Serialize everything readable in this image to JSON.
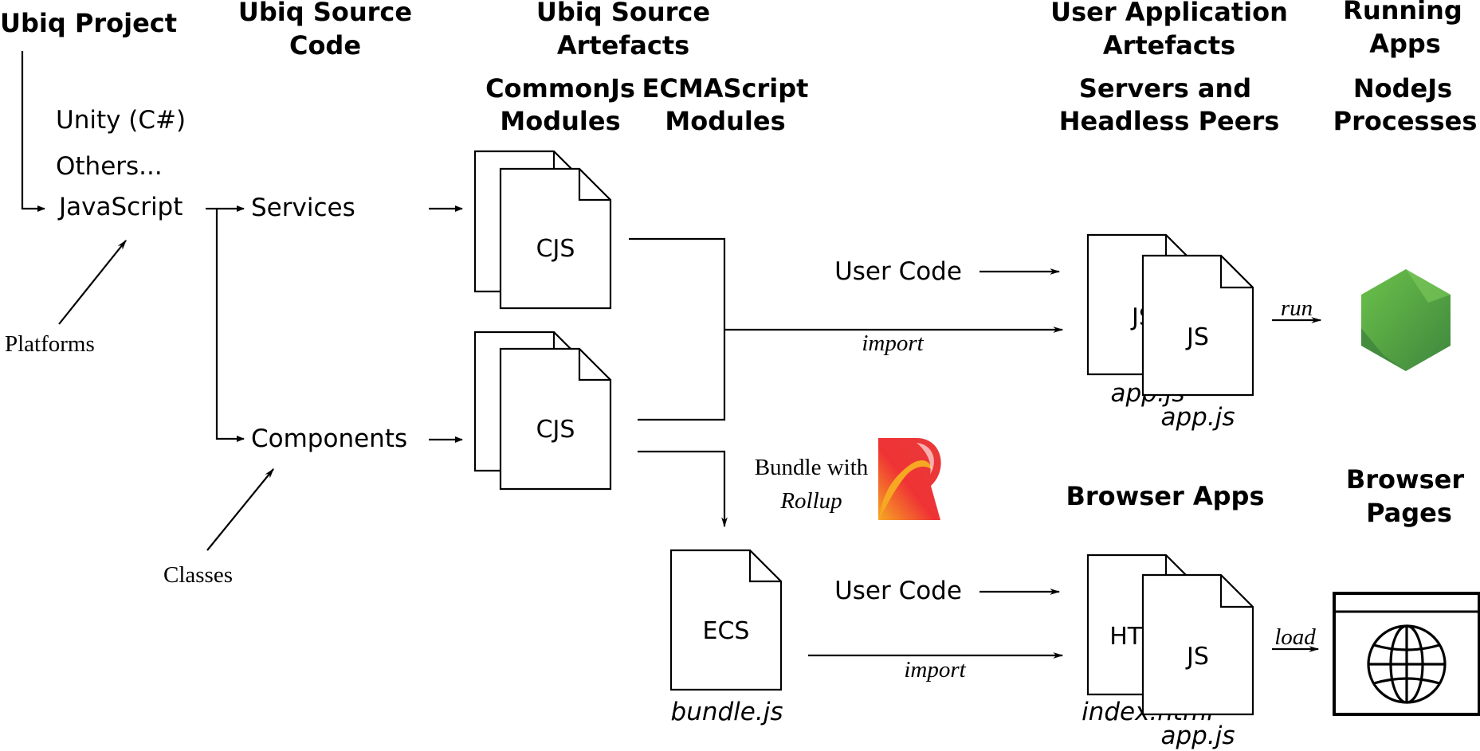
{
  "headings": {
    "ubiq_project": "Ubiq Project",
    "source_code": [
      "Ubiq Source",
      "Code"
    ],
    "source_artefacts": [
      "Ubiq Source",
      "Artefacts"
    ],
    "commonjs_modules": [
      "CommonJs",
      "Modules"
    ],
    "ecmascript_modules": [
      "ECMAScript",
      "Modules"
    ],
    "user_app_artefacts": [
      "User Application",
      "Artefacts"
    ],
    "servers_headless": [
      "Servers and",
      "Headless Peers"
    ],
    "running_apps": [
      "Running",
      "Apps"
    ],
    "nodejs_processes": [
      "NodeJs",
      "Processes"
    ],
    "browser_apps": "Browser Apps",
    "browser_pages": [
      "Browser",
      "Pages"
    ]
  },
  "platforms": {
    "unity": "Unity (C#)",
    "others": "Others...",
    "javascript": "JavaScript",
    "annotation": "Platforms"
  },
  "source_parts": {
    "services": "Services",
    "components": "Components",
    "annotation": "Classes"
  },
  "documents": {
    "cjs_services": "CJS",
    "cjs_components": "CJS",
    "ecs": "ECS",
    "ecs_caption": "bundle.js",
    "server_back": "JS",
    "server_back_caption": "app.js",
    "server_front": "JS",
    "server_front_caption": "app.js",
    "browser_back": "HTML",
    "browser_back_caption": "index.html",
    "browser_front": "JS",
    "browser_front_caption": "app.js"
  },
  "flow_labels": {
    "user_code_top": "User Code",
    "import_top": "import",
    "user_code_bottom": "User Code",
    "import_bottom": "import",
    "run": "run",
    "load": "load",
    "bundle_with": "Bundle with",
    "rollup": "Rollup"
  },
  "icons": {
    "nodejs": "nodejs-hexagon-icon",
    "rollup": "rollup-logo-icon",
    "browser": "browser-globe-icon"
  },
  "colors": {
    "nodejs_light": "#6cc24a",
    "nodejs_dark": "#3e863d",
    "rollup_red": "#ef3335",
    "rollup_orange": "#f7a823"
  }
}
